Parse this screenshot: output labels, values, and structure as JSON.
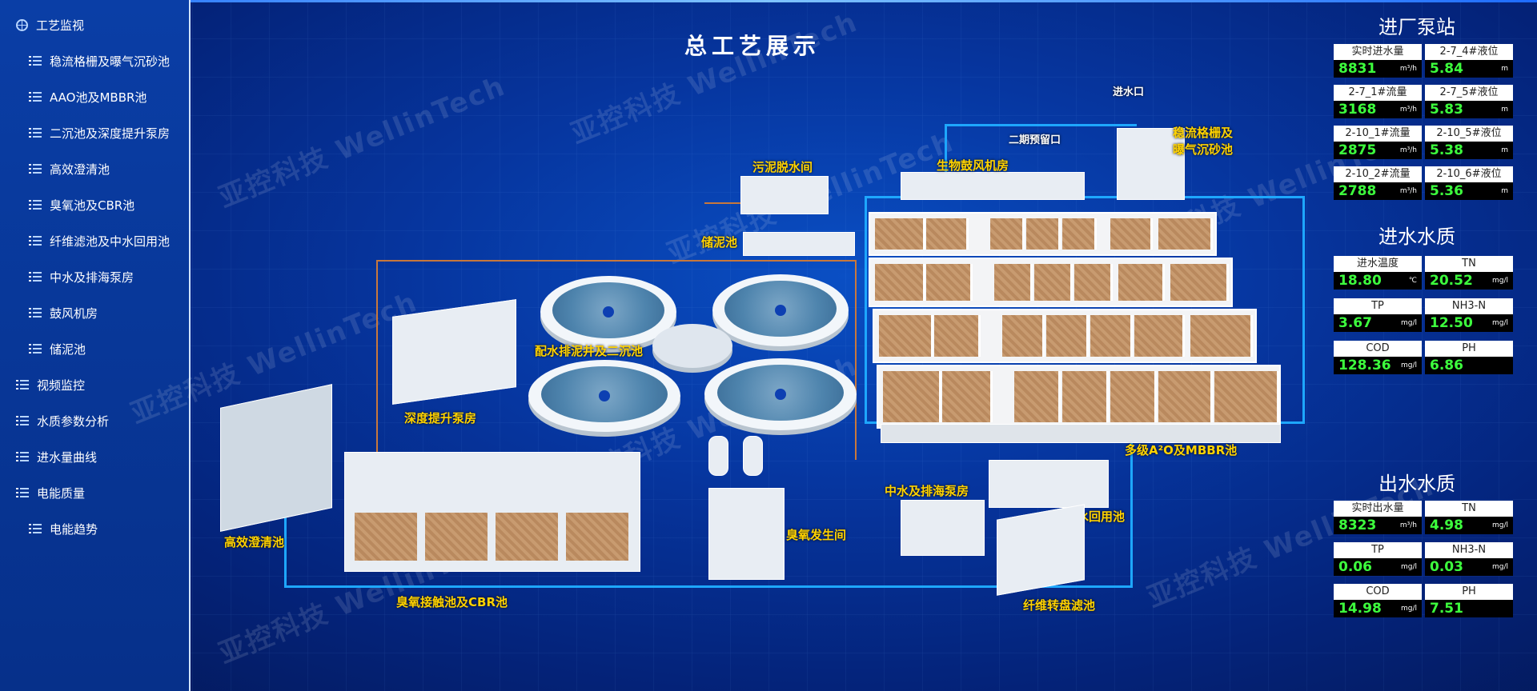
{
  "sidebar": {
    "items": [
      {
        "label": "工艺监视",
        "level": 0,
        "icon": "globe-icon"
      },
      {
        "label": "稳流格栅及曝气沉砂池",
        "level": 1,
        "icon": "list-icon"
      },
      {
        "label": "AAO池及MBBR池",
        "level": 1,
        "icon": "list-icon"
      },
      {
        "label": "二沉池及深度提升泵房",
        "level": 1,
        "icon": "list-icon"
      },
      {
        "label": "高效澄清池",
        "level": 1,
        "icon": "list-icon"
      },
      {
        "label": "臭氧池及CBR池",
        "level": 1,
        "icon": "list-icon"
      },
      {
        "label": "纤维滤池及中水回用池",
        "level": 1,
        "icon": "list-icon"
      },
      {
        "label": "中水及排海泵房",
        "level": 1,
        "icon": "list-icon"
      },
      {
        "label": "鼓风机房",
        "level": 1,
        "icon": "list-icon"
      },
      {
        "label": "储泥池",
        "level": 1,
        "icon": "list-icon"
      },
      {
        "label": "视频监控",
        "level": 0,
        "icon": "list-icon"
      },
      {
        "label": "水质参数分析",
        "level": 0,
        "icon": "list-icon"
      },
      {
        "label": "进水量曲线",
        "level": 0,
        "icon": "list-icon"
      },
      {
        "label": "电能质量",
        "level": 0,
        "icon": "list-icon"
      },
      {
        "label": "电能趋势",
        "level": 1,
        "icon": "list-icon"
      }
    ]
  },
  "title": "总工艺展示",
  "watermark": "亚控科技 WellinTech",
  "plant_labels": {
    "inlet": "进水口",
    "phase2": "二期预留口",
    "grit": "稳流格栅及\n曝气沉砂池",
    "blower": "生物鼓风机房",
    "sludge_dewater": "污泥脱水间",
    "sludge_store": "储泥池",
    "distribution": "配水排泥井及二沉池",
    "lift_pump": "深度提升泵房",
    "aao": "多级A²O及MBBR池",
    "hd_clarifier": "高效澄清池",
    "ozone_cbr": "臭氧接触池及CBR池",
    "ozone_gen": "臭氧发生间",
    "reuse_pump": "中水及排海泵房",
    "reuse_pool": "中水回用池",
    "fiber_filter": "纤维转盘滤池"
  },
  "panels": {
    "pump_station": {
      "title": "进厂泵站",
      "cards": [
        {
          "label": "实时进水量",
          "value": "8831",
          "unit": "m³/h"
        },
        {
          "label": "2-7_4#液位",
          "value": "5.84",
          "unit": "m"
        },
        {
          "label": "2-7_1#流量",
          "value": "3168",
          "unit": "m³/h"
        },
        {
          "label": "2-7_5#液位",
          "value": "5.83",
          "unit": "m"
        },
        {
          "label": "2-10_1#流量",
          "value": "2875",
          "unit": "m³/h"
        },
        {
          "label": "2-10_5#液位",
          "value": "5.38",
          "unit": "m"
        },
        {
          "label": "2-10_2#流量",
          "value": "2788",
          "unit": "m³/h"
        },
        {
          "label": "2-10_6#液位",
          "value": "5.36",
          "unit": "m"
        }
      ]
    },
    "influent": {
      "title": "进水水质",
      "cards": [
        {
          "label": "进水温度",
          "value": "18.80",
          "unit": "℃"
        },
        {
          "label": "TN",
          "value": "20.52",
          "unit": "mg/l"
        },
        {
          "label": "TP",
          "value": "3.67",
          "unit": "mg/l"
        },
        {
          "label": "NH3-N",
          "value": "12.50",
          "unit": "mg/l"
        },
        {
          "label": "COD",
          "value": "128.36",
          "unit": "mg/l"
        },
        {
          "label": "PH",
          "value": "6.86",
          "unit": ""
        }
      ]
    },
    "effluent": {
      "title": "出水水质",
      "cards": [
        {
          "label": "实时出水量",
          "value": "8323",
          "unit": "m³/h"
        },
        {
          "label": "TN",
          "value": "4.98",
          "unit": "mg/l"
        },
        {
          "label": "TP",
          "value": "0.06",
          "unit": "mg/l"
        },
        {
          "label": "NH3-N",
          "value": "0.03",
          "unit": "mg/l"
        },
        {
          "label": "COD",
          "value": "14.98",
          "unit": "mg/l"
        },
        {
          "label": "PH",
          "value": "7.51",
          "unit": ""
        }
      ]
    }
  }
}
